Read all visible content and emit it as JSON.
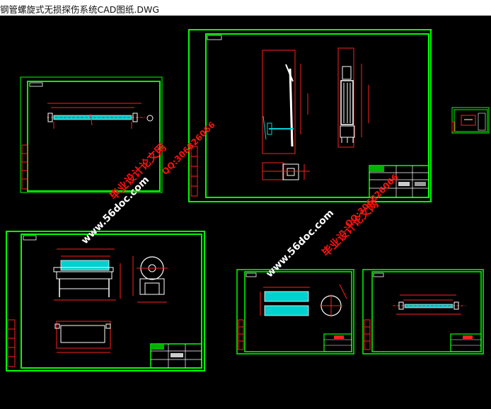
{
  "window": {
    "title": "钢管螺旋式无损探伤系统CAD图纸.DWG"
  },
  "watermarks": [
    {
      "id": "wm-left-site",
      "text": "www.56doc.com"
    },
    {
      "id": "wm-left-name",
      "text": "毕业设计论文网"
    },
    {
      "id": "wm-left-qq",
      "text": "QQ:306826066"
    },
    {
      "id": "wm-right-site",
      "text": "www.56doc.com"
    },
    {
      "id": "wm-right-name",
      "text": "毕业设计论文网"
    },
    {
      "id": "wm-right-qq",
      "text": "QQ:306826066"
    }
  ],
  "colors": {
    "frame": "#00ff00",
    "dimension": "#ff2020",
    "geometry": "#ffffff",
    "hatch": "#00d0d0",
    "background": "#000000",
    "watermark_red": "#ff1010",
    "watermark_white": "#ffffff"
  }
}
